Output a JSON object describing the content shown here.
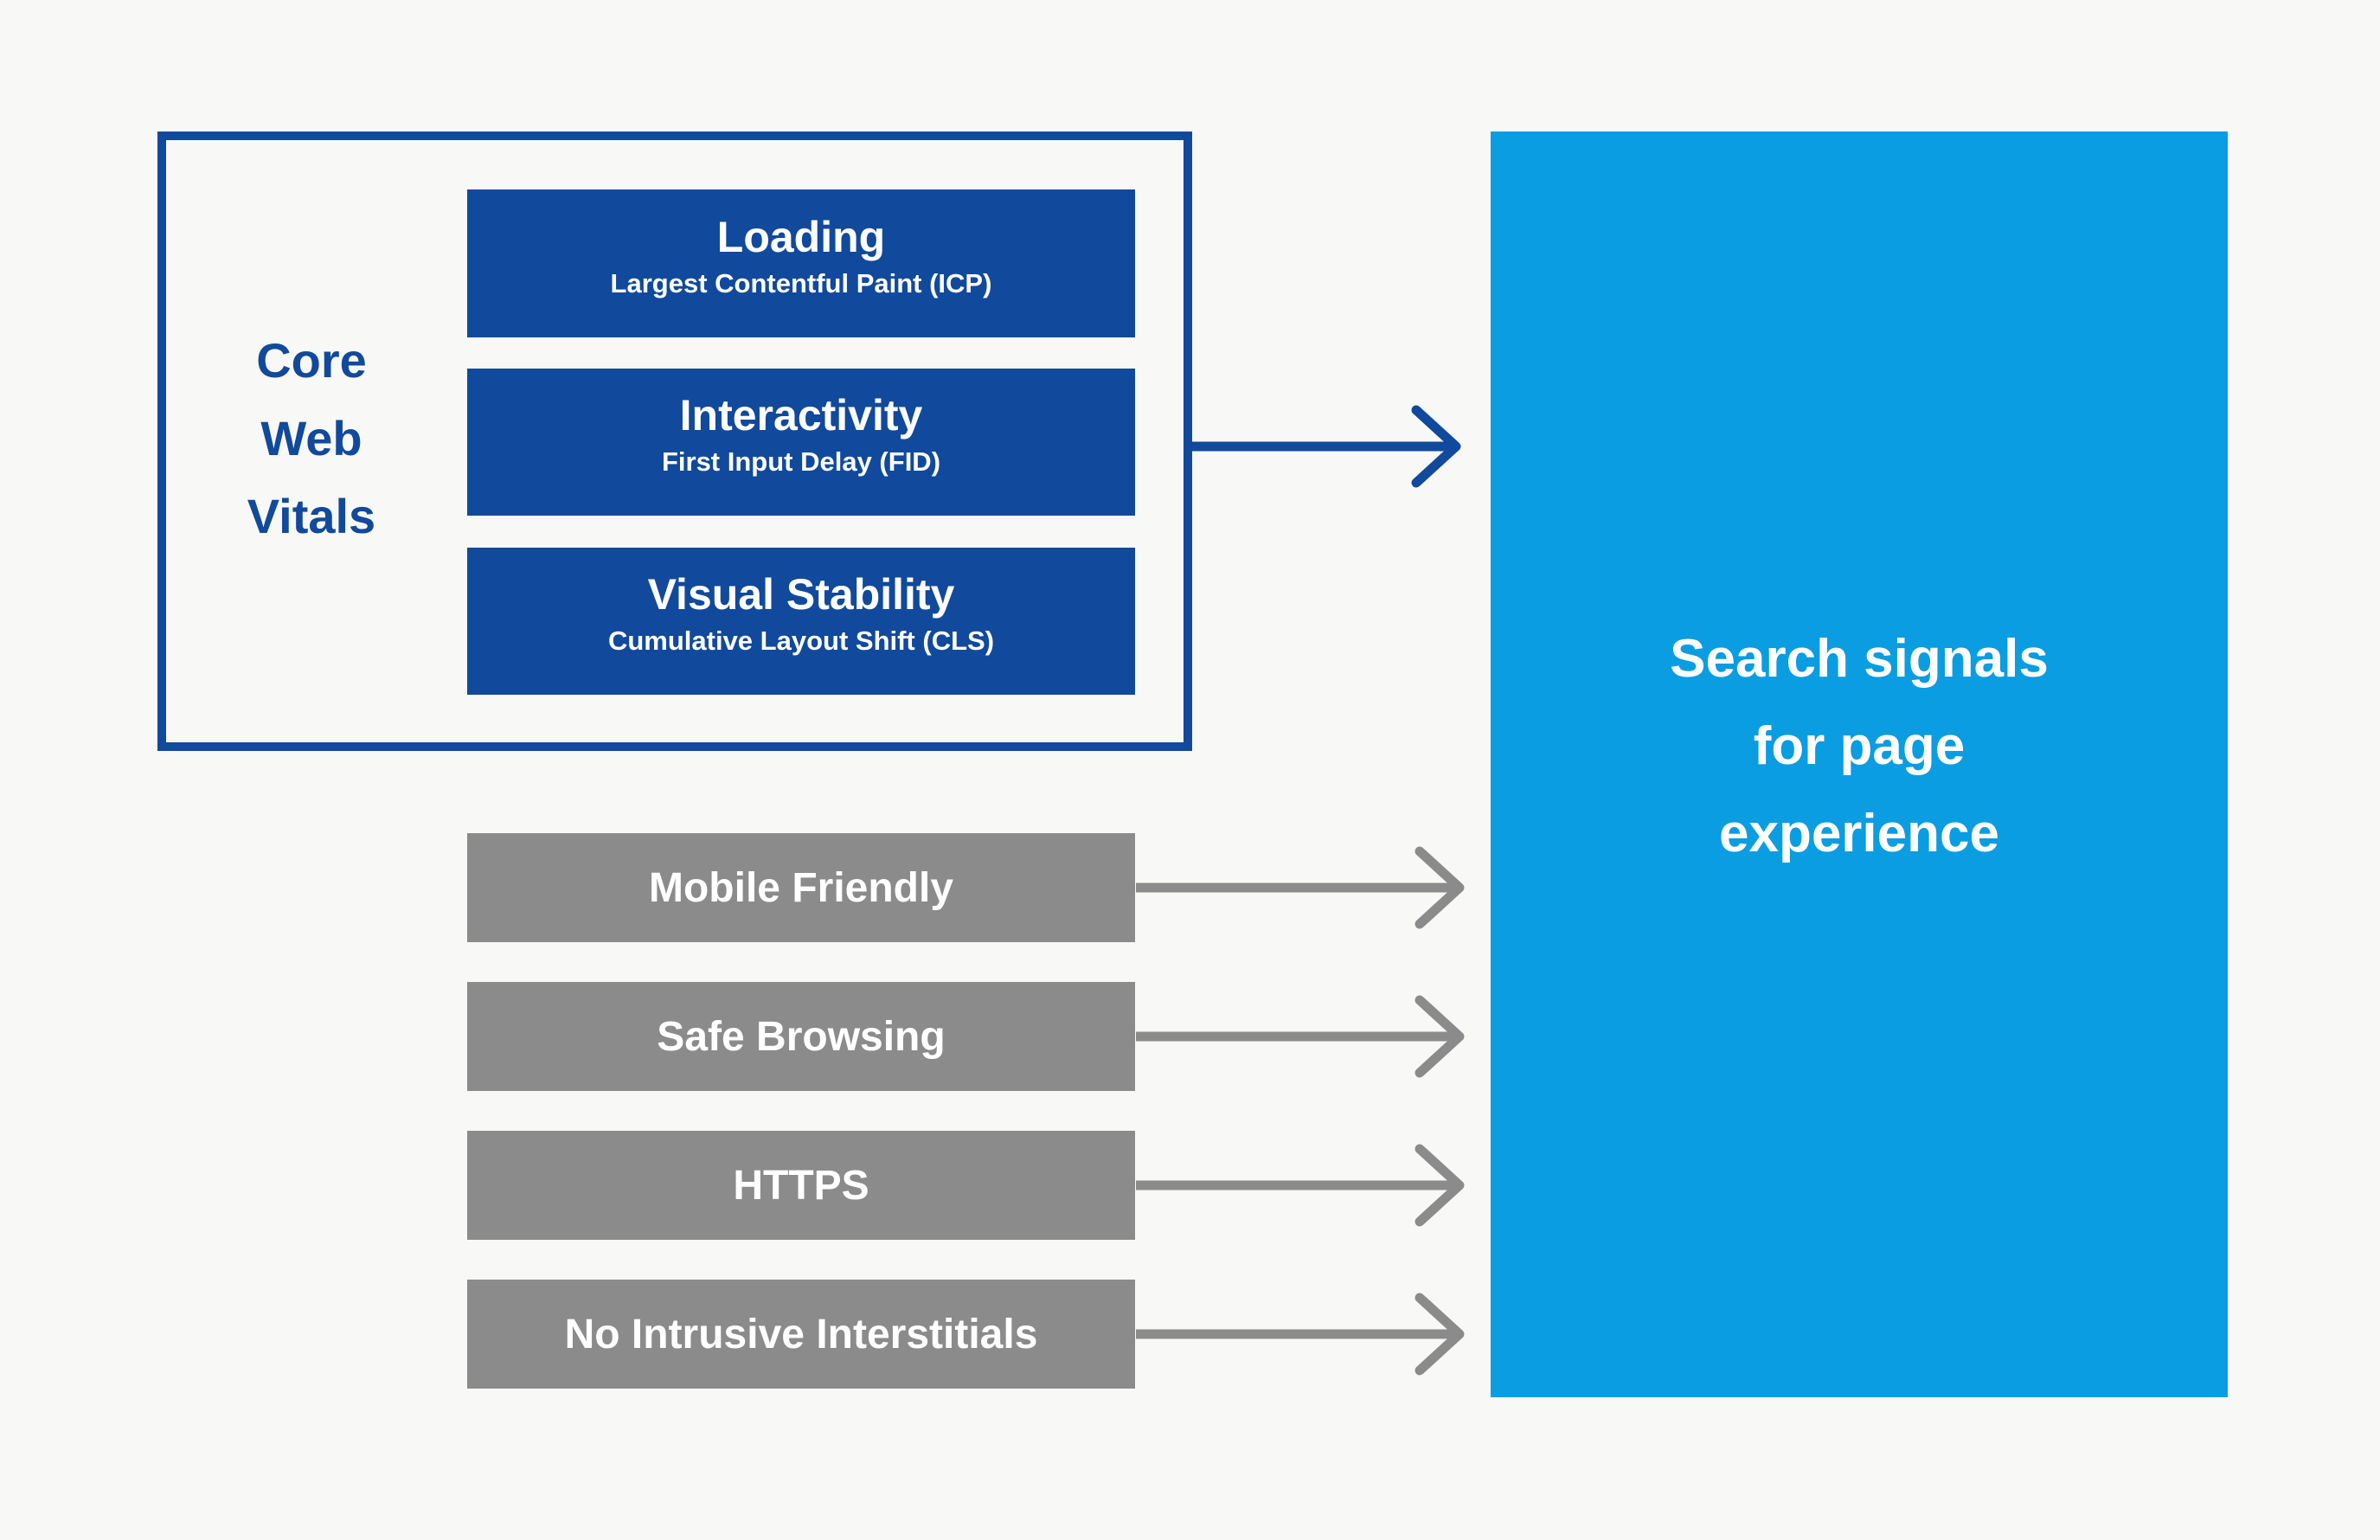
{
  "colors": {
    "dark_blue": "#114a9c",
    "light_blue": "#0a9de1",
    "gray": "#8b8b8b",
    "background": "#f8f8f6",
    "white": "#ffffff"
  },
  "core_web_vitals": {
    "label": "Core\nWeb\nVitals",
    "items": [
      {
        "title": "Loading",
        "subtitle": "Largest Contentful Paint (ICP)"
      },
      {
        "title": "Interactivity",
        "subtitle": "First Input Delay (FID)"
      },
      {
        "title": "Visual Stability",
        "subtitle": "Cumulative Layout Shift (CLS)"
      }
    ]
  },
  "other_signals": [
    {
      "label": "Mobile Friendly"
    },
    {
      "label": "Safe Browsing"
    },
    {
      "label": "HTTPS"
    },
    {
      "label": "No Intrusive Interstitials"
    }
  ],
  "result": {
    "label": "Search signals\nfor page\nexperience"
  }
}
